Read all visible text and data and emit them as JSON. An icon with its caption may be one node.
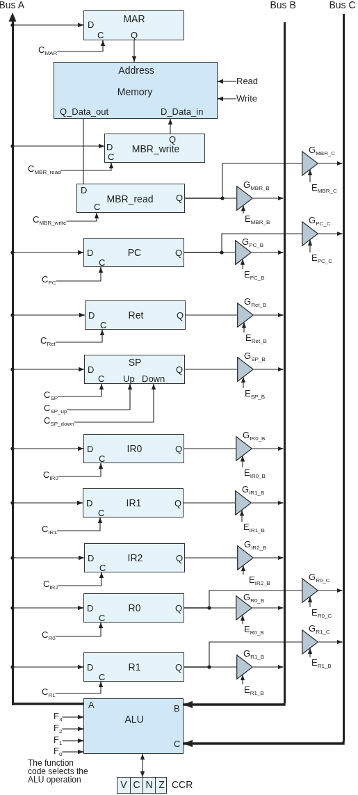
{
  "diagram": {
    "nodes": [
      {
        "text": [
          "Bus A"
        ]
      },
      {
        "text": [
          "Bus B"
        ]
      },
      {
        "text": [
          "Bus C"
        ]
      },
      {
        "text": [
          "MAR",
          "D",
          "C",
          "Q"
        ]
      },
      {
        "text": [
          "C$_{MAR}$"
        ]
      },
      {
        "text": [
          "Address",
          "Memory",
          "Q_Data_out",
          "D_Data_in"
        ]
      },
      {
        "text": [
          "Read"
        ]
      },
      {
        "text": [
          "Write"
        ]
      },
      {
        "text": [
          "Q",
          "D",
          "MBR_write",
          "C"
        ]
      },
      {
        "text": [
          "C$_{MBR_read}$"
        ]
      },
      {
        "text": [
          "D",
          "Q",
          "MBR_read",
          "C"
        ]
      },
      {
        "text": [
          "C$_{MBR_write}$"
        ]
      },
      {
        "text": [],
        "shape": "triangle",
        "beside": [
          "G$_{MBR_B}$"
        ]
      },
      {
        "text": [
          "E$_{MBR_B}$"
        ]
      },
      {
        "text": [],
        "shape": "triangle",
        "beside": [
          "G$_{MBR_C}$"
        ]
      },
      {
        "text": [
          "E$_{MBR_C}$"
        ]
      },
      {
        "text": [
          "D",
          "PC",
          "Q",
          "C"
        ]
      },
      {
        "text": [
          "C$_{PC}$"
        ]
      },
      {
        "text": [],
        "shape": "triangle",
        "beside": [
          "G$_{PC_B}$"
        ]
      },
      {
        "text": [
          "E$_{PC_B}$"
        ]
      },
      {
        "text": [],
        "shape": "triangle",
        "beside": [
          "G$_{PC_C}$"
        ]
      },
      {
        "text": [
          "E$_{PC_C}$"
        ]
      },
      {
        "text": [
          "D",
          "Ret",
          "Q",
          "C"
        ]
      },
      {
        "text": [
          "C$_{Ret}$"
        ]
      },
      {
        "text": [],
        "shape": "triangle",
        "beside": [
          "G$_{Ret_B}$"
        ]
      },
      {
        "text": [
          "E$_{Ret_B}$"
        ]
      },
      {
        "text": [
          "SP",
          "D",
          "Q",
          "C",
          "Up",
          "Down"
        ]
      },
      {
        "text": [
          "C$_{SP}$"
        ]
      },
      {
        "text": [
          "C$_{SP_up}$"
        ]
      },
      {
        "text": [
          "C$_{SP_down}$"
        ]
      },
      {
        "text": [],
        "shape": "triangle",
        "beside": [
          "G$_{SP_B}$"
        ]
      },
      {
        "text": [
          "E$_{SP_B}$"
        ]
      },
      {
        "text": [
          "D",
          "IR0",
          "Q",
          "C"
        ]
      },
      {
        "text": [
          "C$_{IR0}$"
        ]
      },
      {
        "text": [],
        "shape": "triangle",
        "beside": [
          "G$_{IR0_B}$"
        ]
      },
      {
        "text": [
          "E$_{IR0_B}$"
        ]
      },
      {
        "text": [
          "D",
          "IR1",
          "Q",
          "C"
        ]
      },
      {
        "text": [
          "C$_{IR1}$"
        ]
      },
      {
        "text": [],
        "shape": "triangle",
        "beside": [
          "G$_{IR1_B}$"
        ]
      },
      {
        "text": [
          "E$_{IR1_B}$"
        ]
      },
      {
        "text": [
          "D",
          "IR2",
          "Q",
          "C"
        ]
      },
      {
        "text": [
          "C$_{IR2}$"
        ]
      },
      {
        "text": [],
        "shape": "triangle",
        "beside": [
          "G$_{IR2_B}$"
        ]
      },
      {
        "text": [
          "E$_{IR2_B}$"
        ]
      },
      {
        "text": [
          "D",
          "R0",
          "Q",
          "C"
        ]
      },
      {
        "text": [
          "C$_{R0}$"
        ]
      },
      {
        "text": [],
        "shape": "triangle",
        "beside": [
          "G$_{R0_B}$"
        ]
      },
      {
        "text": [
          "E$_{R0_B}$"
        ]
      },
      {
        "text": [],
        "shape": "triangle",
        "beside": [
          "G$_{R0_C}$"
        ]
      },
      {
        "text": [
          "E$_{R0_C}$"
        ]
      },
      {
        "text": [
          "D",
          "R1",
          "Q",
          "C"
        ]
      },
      {
        "text": [
          "C$_{R1}$"
        ]
      },
      {
        "text": [],
        "shape": "triangle",
        "beside": [
          "G$_{R1_B}$"
        ]
      },
      {
        "text": [
          "E$_{R1_B}$"
        ]
      },
      {
        "text": [],
        "shape": "triangle",
        "beside": [
          "G$_{R1_C}$"
        ]
      },
      {
        "text": [
          "E$_{R1_B}$"
        ]
      },
      {
        "text": [
          "A",
          "B",
          "ALU",
          "C"
        ]
      },
      {
        "text": [
          "F$_{3}$"
        ]
      },
      {
        "text": [
          "F$_{2}$"
        ]
      },
      {
        "text": [
          "F$_{1}$"
        ]
      },
      {
        "text": [
          "F$_{0}$"
        ]
      },
      {
        "text": [
          "V",
          "C",
          "N",
          "Z"
        ],
        "beside": [
          "CCR"
        ]
      }
    ],
    "edges": [
      {
        "from": 0,
        "to": 3,
        "arrow": "to"
      },
      {
        "from": 4,
        "to": 3,
        "arrow": "to"
      },
      {
        "from": 3,
        "to": 5,
        "arrow": "to"
      },
      {
        "from": 6,
        "to": 5,
        "arrow": "to"
      },
      {
        "from": 7,
        "to": 5,
        "arrow": "to"
      },
      {
        "from": 0,
        "to": 8,
        "arrow": "to"
      },
      {
        "from": 9,
        "to": 8,
        "arrow": "to"
      },
      {
        "from": 8,
        "to": 5,
        "arrow": "to"
      },
      {
        "from": 5,
        "to": 10,
        "arrow": "none"
      },
      {
        "from": 11,
        "to": 10,
        "arrow": "to"
      },
      {
        "from": 10,
        "to": 12,
        "arrow": "none"
      },
      {
        "from": 10,
        "to": 14,
        "arrow": "none"
      },
      {
        "from": 12,
        "to": 1,
        "arrow": "to"
      },
      {
        "from": 13,
        "to": 12,
        "arrow": "to"
      },
      {
        "from": 14,
        "to": 2,
        "arrow": "to"
      },
      {
        "from": 15,
        "to": 14,
        "arrow": "to"
      },
      {
        "from": 0,
        "to": 16,
        "arrow": "to"
      },
      {
        "from": 17,
        "to": 16,
        "arrow": "to"
      },
      {
        "from": 16,
        "to": 18,
        "arrow": "none"
      },
      {
        "from": 16,
        "to": 20,
        "arrow": "none"
      },
      {
        "from": 18,
        "to": 1,
        "arrow": "to"
      },
      {
        "from": 19,
        "to": 18,
        "arrow": "to"
      },
      {
        "from": 20,
        "to": 2,
        "arrow": "to"
      },
      {
        "from": 21,
        "to": 20,
        "arrow": "to"
      },
      {
        "from": 0,
        "to": 22,
        "arrow": "to"
      },
      {
        "from": 23,
        "to": 22,
        "arrow": "to"
      },
      {
        "from": 22,
        "to": 24,
        "arrow": "none"
      },
      {
        "from": 24,
        "to": 1,
        "arrow": "to"
      },
      {
        "from": 25,
        "to": 24,
        "arrow": "to"
      },
      {
        "from": 0,
        "to": 26,
        "arrow": "to"
      },
      {
        "from": 27,
        "to": 26,
        "arrow": "to"
      },
      {
        "from": 28,
        "to": 26,
        "arrow": "to"
      },
      {
        "from": 29,
        "to": 26,
        "arrow": "to"
      },
      {
        "from": 26,
        "to": 30,
        "arrow": "none"
      },
      {
        "from": 30,
        "to": 1,
        "arrow": "to"
      },
      {
        "from": 31,
        "to": 30,
        "arrow": "to"
      },
      {
        "from": 0,
        "to": 32,
        "arrow": "to"
      },
      {
        "from": 33,
        "to": 32,
        "arrow": "to"
      },
      {
        "from": 32,
        "to": 34,
        "arrow": "none"
      },
      {
        "from": 34,
        "to": 1,
        "arrow": "to"
      },
      {
        "from": 35,
        "to": 34,
        "arrow": "to"
      },
      {
        "from": 0,
        "to": 36,
        "arrow": "to"
      },
      {
        "from": 37,
        "to": 36,
        "arrow": "to"
      },
      {
        "from": 36,
        "to": 38,
        "arrow": "none"
      },
      {
        "from": 38,
        "to": 1,
        "arrow": "to"
      },
      {
        "from": 39,
        "to": 38,
        "arrow": "to"
      },
      {
        "from": 0,
        "to": 40,
        "arrow": "to"
      },
      {
        "from": 41,
        "to": 40,
        "arrow": "to"
      },
      {
        "from": 40,
        "to": 42,
        "arrow": "none"
      },
      {
        "from": 42,
        "to": 1,
        "arrow": "to"
      },
      {
        "from": 43,
        "to": 42,
        "arrow": "to"
      },
      {
        "from": 0,
        "to": 44,
        "arrow": "to"
      },
      {
        "from": 45,
        "to": 44,
        "arrow": "to"
      },
      {
        "from": 44,
        "to": 46,
        "arrow": "none"
      },
      {
        "from": 44,
        "to": 48,
        "arrow": "none"
      },
      {
        "from": 46,
        "to": 1,
        "arrow": "to"
      },
      {
        "from": 47,
        "to": 46,
        "arrow": "to"
      },
      {
        "from": 48,
        "to": 2,
        "arrow": "to"
      },
      {
        "from": 49,
        "to": 48,
        "arrow": "to"
      },
      {
        "from": 0,
        "to": 50,
        "arrow": "to"
      },
      {
        "from": 51,
        "to": 50,
        "arrow": "to"
      },
      {
        "from": 50,
        "to": 52,
        "arrow": "none"
      },
      {
        "from": 50,
        "to": 54,
        "arrow": "none"
      },
      {
        "from": 52,
        "to": 1,
        "arrow": "to"
      },
      {
        "from": 53,
        "to": 52,
        "arrow": "to"
      },
      {
        "from": 54,
        "to": 2,
        "arrow": "to"
      },
      {
        "from": 55,
        "to": 54,
        "arrow": "to"
      },
      {
        "from": 56,
        "to": 0,
        "arrow": "none",
        "style": "thick"
      },
      {
        "from": 1,
        "to": 56,
        "arrow": "to",
        "style": "thick"
      },
      {
        "from": 2,
        "to": 56,
        "arrow": "to",
        "style": "thick"
      },
      {
        "from": 57,
        "to": 56,
        "arrow": "to"
      },
      {
        "from": 58,
        "to": 56,
        "arrow": "to"
      },
      {
        "from": 59,
        "to": 56,
        "arrow": "to"
      },
      {
        "from": 60,
        "to": 56,
        "arrow": "to"
      },
      {
        "from": 56,
        "to": 61,
        "arrow": "both"
      }
    ],
    "labels": [
      "The function code selects the ALU operation"
    ]
  }
}
